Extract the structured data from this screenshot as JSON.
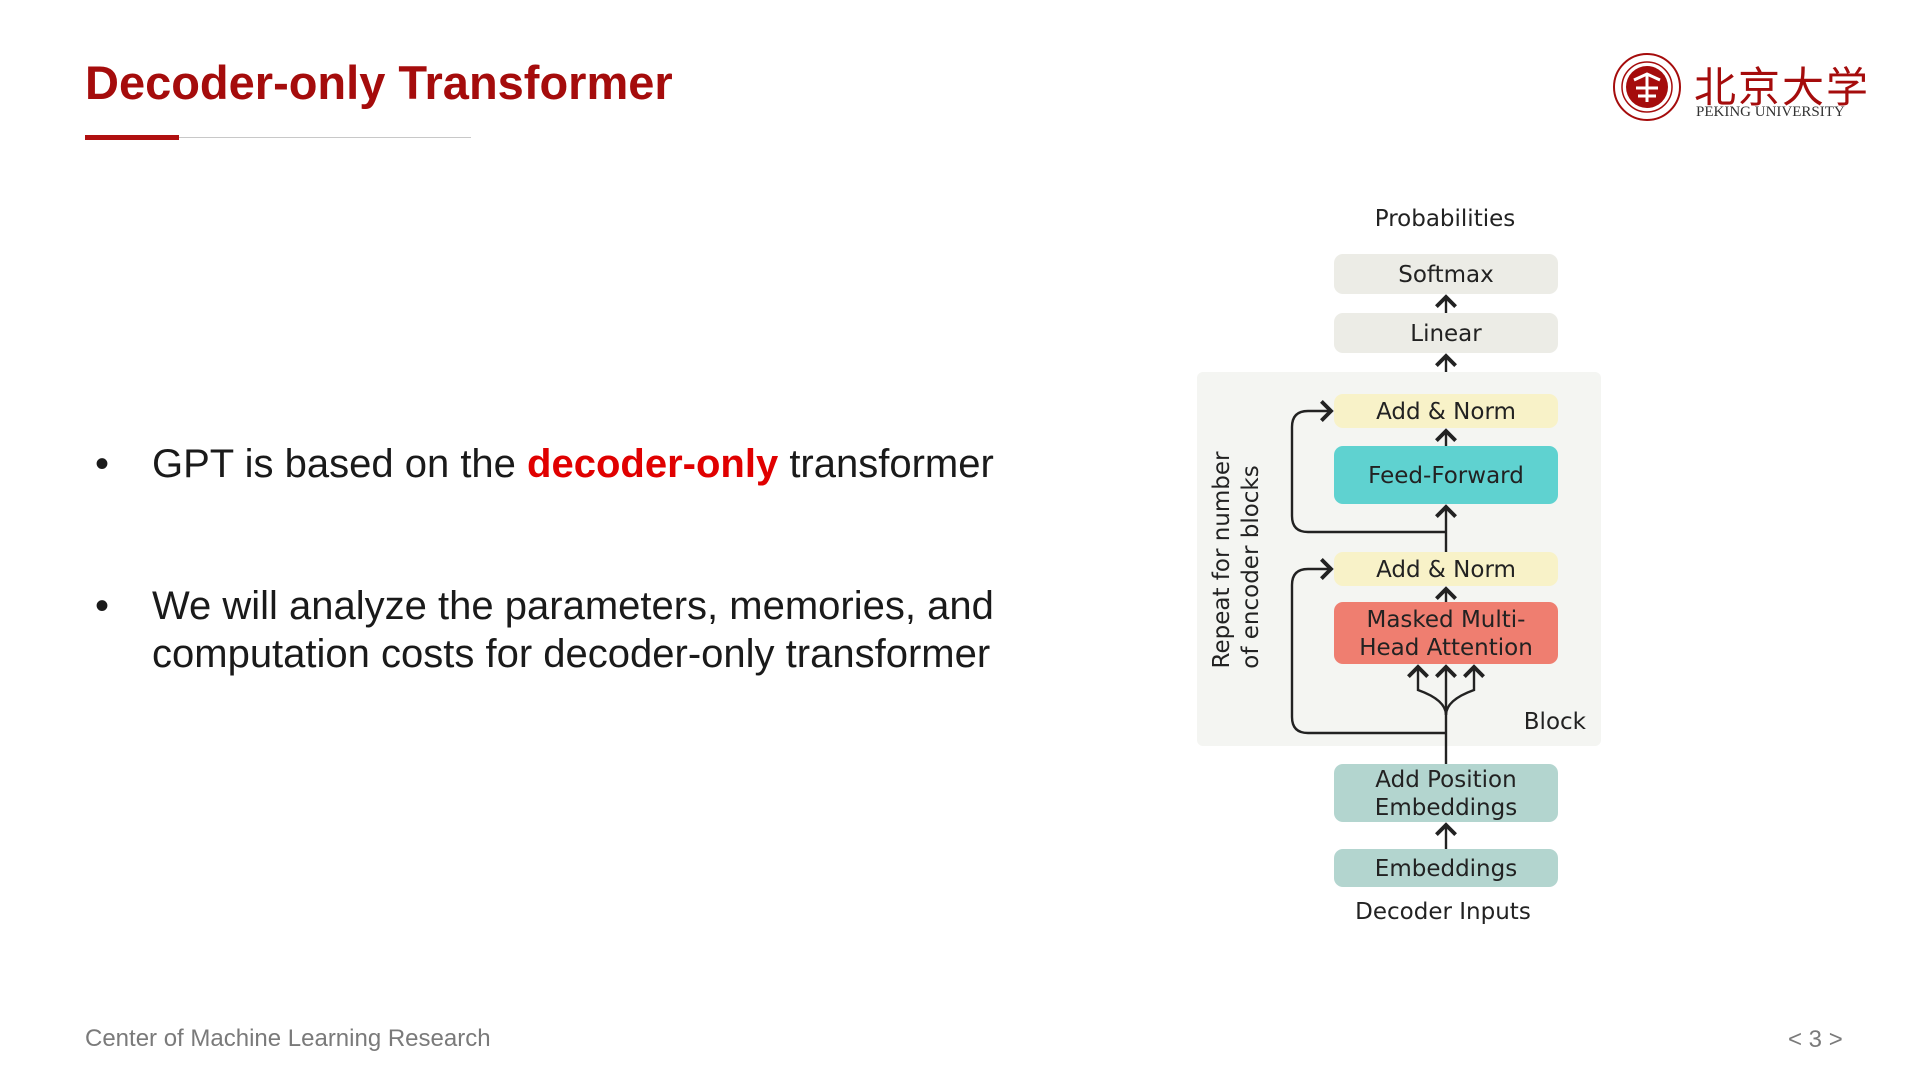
{
  "slide": {
    "title": "Decoder-only Transformer",
    "footer_left": "Center of Machine Learning Research",
    "page_number": "< 3 >"
  },
  "logo": {
    "name_cn": "北京大学",
    "name_en": "PEKING UNIVERSITY",
    "seal_icon": "peking-university-seal-icon"
  },
  "bullets": [
    {
      "pre": "GPT is based on the ",
      "highlight": "decoder-only",
      "post": " transformer"
    },
    {
      "line1": "We will analyze the parameters, memories, and",
      "line2": "computation costs for decoder-only transformer"
    }
  ],
  "diagram": {
    "probabilities": "Probabilities",
    "softmax": "Softmax",
    "linear": "Linear",
    "add_norm_top": "Add & Norm",
    "feed_forward": "Feed-Forward",
    "add_norm_bottom": "Add & Norm",
    "masked_line1": "Masked Multi-",
    "masked_line2": "Head Attention",
    "block": "Block",
    "repeat_line1": "Repeat  for number",
    "repeat_line2": "of encoder blocks",
    "pos_line1": "Add Position",
    "pos_line2": "Embeddings",
    "embeddings": "Embeddings",
    "decoder_inputs": "Decoder Inputs"
  },
  "colors": {
    "title_red": "#a50c0c",
    "highlight_red": "#e00000",
    "softmax_bg": "#ecece6",
    "addnorm_bg": "#f8f2c8",
    "feedforward_bg": "#5fd2d0",
    "attention_bg": "#ef7e70",
    "embedding_bg": "#b3d5cf",
    "block_bg": "#f4f5f2"
  }
}
